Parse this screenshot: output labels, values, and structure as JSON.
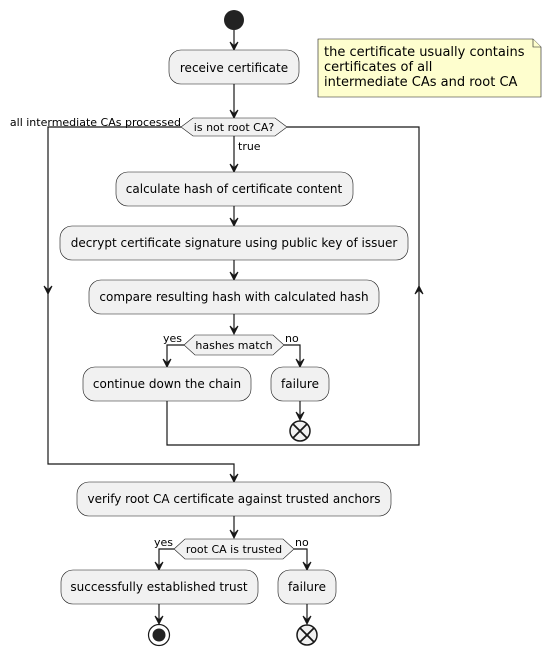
{
  "diagram": {
    "note": {
      "lines": [
        "the certificate usually contains",
        "certificates of all",
        "intermediate CAs and root CA"
      ]
    },
    "actions": {
      "receive": "receive certificate",
      "calc_hash": "calculate hash of certificate content",
      "decrypt": "decrypt certificate signature using public key of issuer",
      "compare": "compare resulting hash with calculated hash",
      "continue": "continue down the chain",
      "failure_1": "failure",
      "verify_root": "verify root CA certificate against trusted anchors",
      "success": "successfully established trust",
      "failure_2": "failure"
    },
    "decisions": {
      "loop": "is not root CA?",
      "hash_match": "hashes match",
      "root_trusted": "root CA is trusted"
    },
    "edge_labels": {
      "loop_exit": "all intermediate CAs processed",
      "loop_true": "true",
      "hash_yes": "yes",
      "hash_no": "no",
      "root_yes": "yes",
      "root_no": "no"
    },
    "colors": {
      "node_fill": "#f1f1f1",
      "note_fill": "#fefece",
      "stroke": "#181818",
      "start_fill": "#222222"
    }
  }
}
